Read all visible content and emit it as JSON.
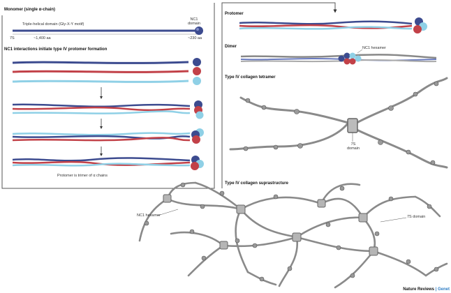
{
  "left_panel": {
    "monomer_title": "Monomer (single α-chain)",
    "triple_helix_label": "Triple-helical domain (Gly-X-Y motif)",
    "nc1_domain_label": "NC1 domain",
    "seven_s_label": "7S",
    "length_1400": "~1,400 aa",
    "length_230": "~230 aa",
    "nc1_title": "NC1 interactions initiate type IV protomer formation",
    "protomer_caption": "Protomer is trimer of α chains"
  },
  "right_panel": {
    "protomer_title": "Protomer",
    "dimer_title": "Dimer",
    "nc1_hexamer_label": "NC1 hexamer",
    "tetramer_title": "Type IV collagen tetramer",
    "seven_s_domain_label": "7S domain",
    "supra_title": "Type IV collagen suprastructure",
    "supra_nc1_label": "NC1 hexamer",
    "supra_7s_label": "7S domain"
  },
  "credit": {
    "journal": "Nature Reviews",
    "separator": " | ",
    "section": "Genet"
  },
  "colors": {
    "blue": "#3c4b8f",
    "red": "#c24148",
    "cyan": "#8fd0e6",
    "grey": "#8a8a8a",
    "frame": "#444444"
  }
}
